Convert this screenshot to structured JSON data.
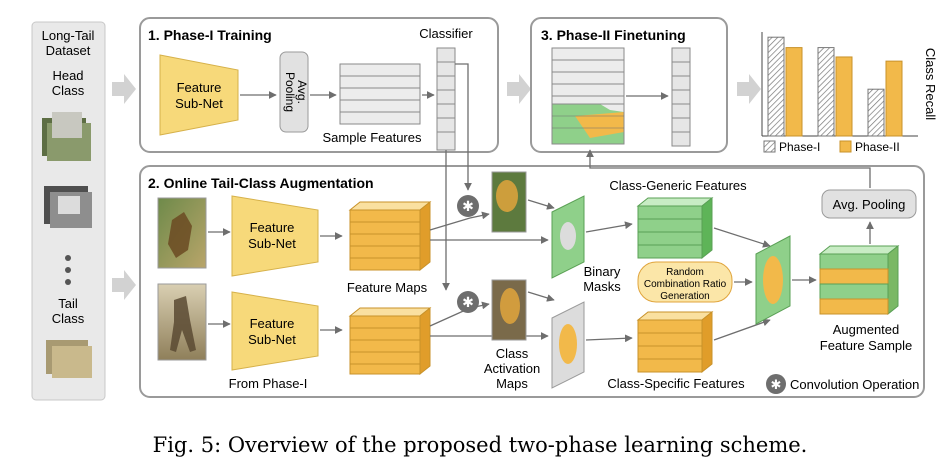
{
  "dataset": {
    "title_line1": "Long-Tail",
    "title_line2": "Dataset",
    "head_line1": "Head",
    "head_line2": "Class",
    "tail_line1": "Tail",
    "tail_line2": "Class"
  },
  "phase1": {
    "title": "1. Phase-I Training",
    "feature_subnet_line1": "Feature",
    "feature_subnet_line2": "Sub-Net",
    "avg_pool_line1": "Avg.",
    "avg_pool_line2": "Pooling",
    "sample_features": "Sample Features",
    "classifier": "Classifier"
  },
  "phase2": {
    "title": "3. Phase-II Finetuning"
  },
  "recall_chart": {
    "ylabel": "Class Recall",
    "legend_phase1": "Phase-I",
    "legend_phase2": "Phase-II",
    "pairs": [
      {
        "phase1": 0.95,
        "phase2": 0.85
      },
      {
        "phase1": 0.85,
        "phase2": 0.76
      },
      {
        "phase1": 0.45,
        "phase2": 0.72
      }
    ]
  },
  "augment": {
    "title": "2. Online Tail-Class Augmentation",
    "feature_subnet_line1": "Feature",
    "feature_subnet_line2": "Sub-Net",
    "feature_maps": "Feature Maps",
    "from_phase1": "From Phase-I",
    "class_generic": "Class-Generic Features",
    "class_specific": "Class-Specific Features",
    "binary_masks_line1": "Binary",
    "binary_masks_line2": "Masks",
    "cam_line1": "Class",
    "cam_line2": "Activation",
    "cam_line3": "Maps",
    "random_line1": "Random",
    "random_line2": "Combination Ratio",
    "random_line3": "Generation",
    "avg_pooling": "Avg. Pooling",
    "augmented_line1": "Augmented",
    "augmented_line2": "Feature Sample",
    "conv_legend": "Convolution Operation"
  },
  "caption": "Fig. 5: Overview of the proposed two-phase learning scheme.",
  "colors": {
    "yellow": "#f7d97a",
    "orange": "#f2b94a",
    "green": "#8fd08a",
    "gray_box": "#e4e4e4",
    "border": "#9a9a9a"
  }
}
